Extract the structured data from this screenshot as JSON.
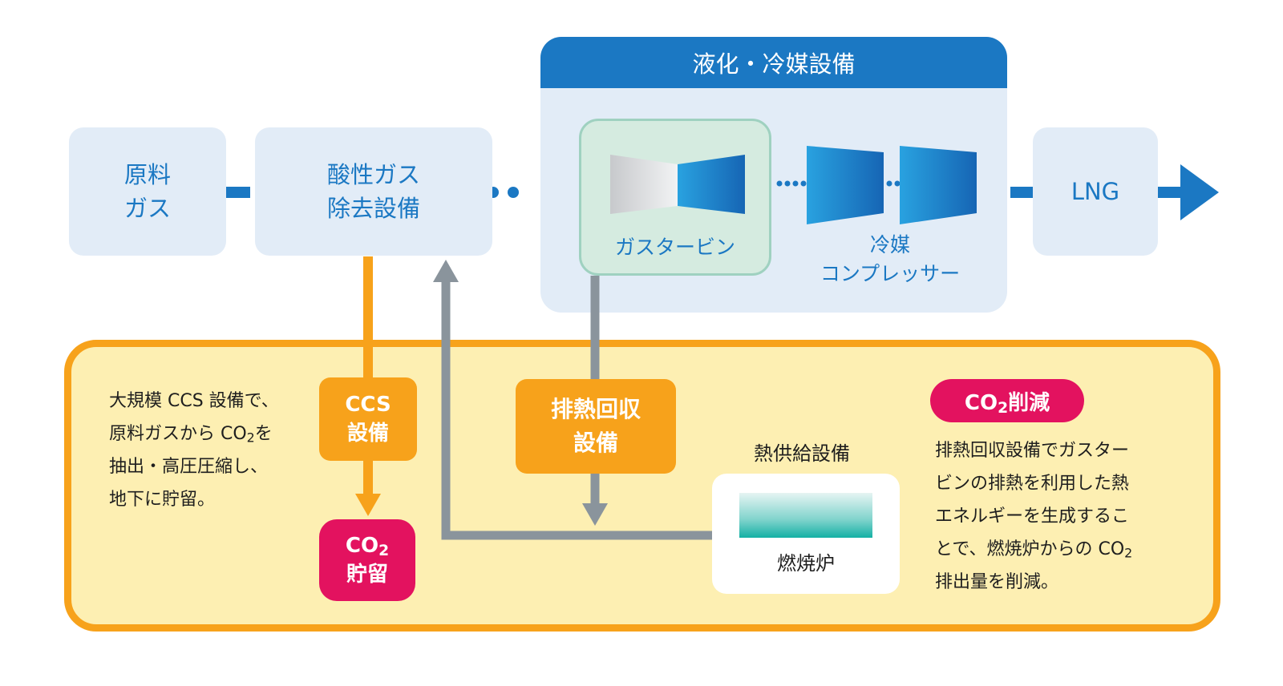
{
  "process": {
    "feed_gas": [
      "原料",
      "ガス"
    ],
    "acid_gas_removal": [
      "酸性ガス",
      "除去設備"
    ],
    "liquefaction": {
      "header": "液化・冷媒設備",
      "gas_turbine": "ガスタービン",
      "refrigerant_compressor": [
        "冷媒",
        "コンプレッサー"
      ]
    },
    "lng": "LNG"
  },
  "co2_section": {
    "description": {
      "line1": "大規模 CCS 設備で、",
      "line2_pre": "原料ガスから CO",
      "line2_sub": "2",
      "line2_post": "を",
      "line3": "抽出・高圧圧縮し、",
      "line4": "地下に貯留。"
    },
    "ccs_unit": [
      "CCS",
      "設備"
    ],
    "co2_storage": {
      "pre": "CO",
      "sub": "2",
      "line2": "貯留"
    },
    "heat_recovery": [
      "排熱回収",
      "設備"
    ],
    "heat_supply_label": "熱供給設備",
    "furnace": "燃焼炉",
    "reduction_badge": {
      "pre": "CO",
      "sub": "2",
      "post": "削減"
    },
    "reduction_text": {
      "line1": "排熱回収設備でガスター",
      "line2": "ビンの排熱を利用した熱",
      "line3": "エネルギーを生成するこ",
      "line4_pre": "とで、燃焼炉からの CO",
      "line4_sub": "2",
      "line5": "排出量を削減。"
    }
  },
  "colors": {
    "primary_blue": "#1b78c3",
    "light_blue_box": "#e2ecf7",
    "orange": "#f7a21b",
    "cream": "#fdefb2",
    "magenta": "#e3125f",
    "gray_arrow": "#8a949c",
    "turbine_green": "#d5ebe0"
  }
}
